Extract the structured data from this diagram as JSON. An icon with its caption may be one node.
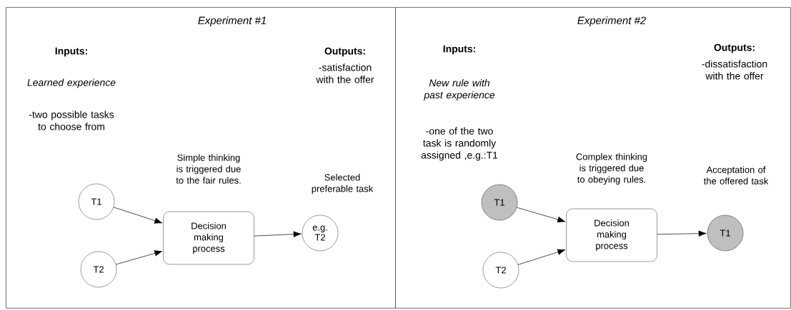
{
  "diagram": {
    "nodes": [
      {
        "text": [
          "Experiment #1"
        ]
      },
      {
        "text": [
          "T1"
        ],
        "in": 0
      },
      {
        "text": [
          "T2"
        ],
        "in": 0
      },
      {
        "text": [
          "Decision making process"
        ],
        "in": 0,
        "beside": [
          "Simple thinking is triggered due to the fair rules."
        ]
      },
      {
        "text": [
          "e.g. T2"
        ],
        "in": 0,
        "beside": [
          "Selected preferable task"
        ]
      },
      {
        "text": [
          "Experiment #2"
        ]
      },
      {
        "text": [
          "T1"
        ],
        "in": 5
      },
      {
        "text": [
          "T2"
        ],
        "in": 5
      },
      {
        "text": [
          "Decision making process"
        ],
        "in": 5,
        "beside": [
          "Complex thinking is triggered due to obeying rules."
        ]
      },
      {
        "text": [
          "T1"
        ],
        "in": 5,
        "beside": [
          "Acceptation of the offered task"
        ]
      }
    ],
    "edges": [
      {
        "from": 1,
        "to": 3,
        "arrow": "to"
      },
      {
        "from": 2,
        "to": 3,
        "arrow": "to"
      },
      {
        "from": 3,
        "to": 4,
        "arrow": "to"
      },
      {
        "from": 6,
        "to": 8,
        "arrow": "to"
      },
      {
        "from": 7,
        "to": 8,
        "arrow": "to"
      },
      {
        "from": 8,
        "to": 9,
        "arrow": "to"
      }
    ],
    "labels": [
      "Inputs:",
      "Learned experience",
      "-two possible tasks to choose from",
      "Outputs:",
      "-satisfaction with the offer",
      "Inputs:",
      "New rule with past experience",
      "-one of the two task is randomly assigned ,e.g.:T1",
      "Outputs:",
      "-dissatisfaction with the offer"
    ]
  }
}
